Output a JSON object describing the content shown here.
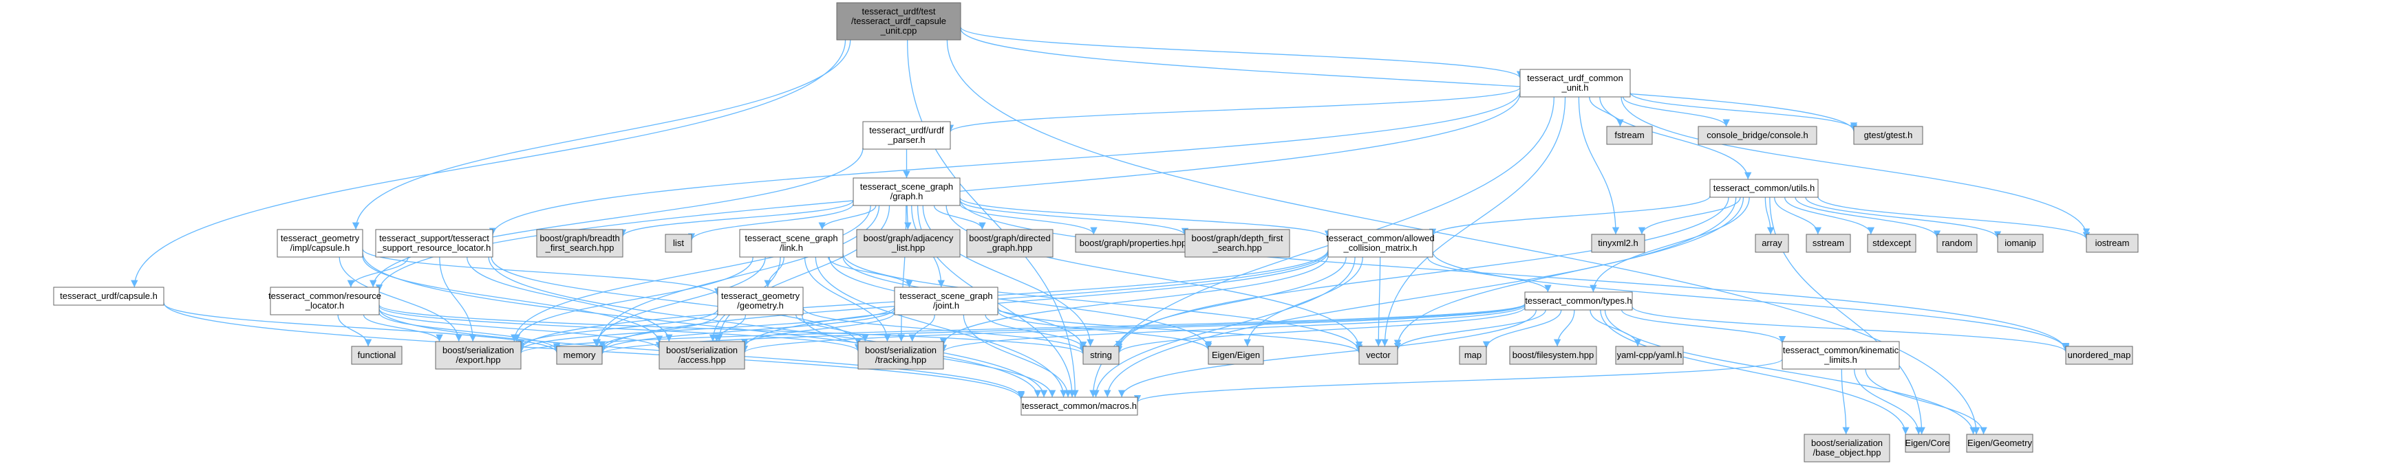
{
  "colors": {
    "root_fill": "#999999",
    "internal_fill": "#ffffff",
    "external_fill": "#e0e0e0",
    "border": "#666666",
    "edge": "#63b8ff",
    "text": "#000000"
  },
  "nodes": [
    {
      "id": "root",
      "lines": [
        "tesseract_urdf/test",
        "/tesseract_urdf_capsule",
        "_unit.cpp"
      ],
      "kind": "root"
    },
    {
      "id": "common_unit",
      "lines": [
        "tesseract_urdf_common",
        "_unit.h"
      ],
      "kind": "internal"
    },
    {
      "id": "urdf_parser",
      "lines": [
        "tesseract_urdf/urdf",
        "_parser.h"
      ],
      "kind": "internal"
    },
    {
      "id": "fstream",
      "lines": [
        "fstream"
      ],
      "kind": "external"
    },
    {
      "id": "console_bridge",
      "lines": [
        "console_bridge/console.h"
      ],
      "kind": "external"
    },
    {
      "id": "gtest",
      "lines": [
        "gtest/gtest.h"
      ],
      "kind": "external"
    },
    {
      "id": "common_utils",
      "lines": [
        "tesseract_common/utils.h"
      ],
      "kind": "internal"
    },
    {
      "id": "scene_graph",
      "lines": [
        "tesseract_scene_graph",
        "/graph.h"
      ],
      "kind": "internal"
    },
    {
      "id": "geometry_impl_capsule",
      "lines": [
        "tesseract_geometry",
        "/impl/capsule.h"
      ],
      "kind": "internal"
    },
    {
      "id": "support_locator",
      "lines": [
        "tesseract_support/tesseract",
        "_support_resource_locator.h"
      ],
      "kind": "internal"
    },
    {
      "id": "urdf_capsule",
      "lines": [
        "tesseract_urdf/capsule.h"
      ],
      "kind": "internal"
    },
    {
      "id": "bfs",
      "lines": [
        "boost/graph/breadth",
        "_first_search.hpp"
      ],
      "kind": "external"
    },
    {
      "id": "list",
      "lines": [
        "list"
      ],
      "kind": "external"
    },
    {
      "id": "sg_link",
      "lines": [
        "tesseract_scene_graph",
        "/link.h"
      ],
      "kind": "internal"
    },
    {
      "id": "adjacency",
      "lines": [
        "boost/graph/adjacency",
        "_list.hpp"
      ],
      "kind": "external"
    },
    {
      "id": "directed",
      "lines": [
        "boost/graph/directed",
        "_graph.hpp"
      ],
      "kind": "external"
    },
    {
      "id": "properties",
      "lines": [
        "boost/graph/properties.hpp"
      ],
      "kind": "external"
    },
    {
      "id": "dfs",
      "lines": [
        "boost/graph/depth_first",
        "_search.hpp"
      ],
      "kind": "external"
    },
    {
      "id": "acm",
      "lines": [
        "tesseract_common/allowed",
        "_collision_matrix.h"
      ],
      "kind": "internal"
    },
    {
      "id": "tinyxml2",
      "lines": [
        "tinyxml2.h"
      ],
      "kind": "external"
    },
    {
      "id": "array",
      "lines": [
        "array"
      ],
      "kind": "external"
    },
    {
      "id": "sstream",
      "lines": [
        "sstream"
      ],
      "kind": "external"
    },
    {
      "id": "stdexcept",
      "lines": [
        "stdexcept"
      ],
      "kind": "external"
    },
    {
      "id": "random",
      "lines": [
        "random"
      ],
      "kind": "external"
    },
    {
      "id": "iomanip",
      "lines": [
        "iomanip"
      ],
      "kind": "external"
    },
    {
      "id": "iostream",
      "lines": [
        "iostream"
      ],
      "kind": "external"
    },
    {
      "id": "resource_locator",
      "lines": [
        "tesseract_common/resource",
        "_locator.h"
      ],
      "kind": "internal"
    },
    {
      "id": "geometry_h",
      "lines": [
        "tesseract_geometry",
        "/geometry.h"
      ],
      "kind": "internal"
    },
    {
      "id": "sg_joint",
      "lines": [
        "tesseract_scene_graph",
        "/joint.h"
      ],
      "kind": "internal"
    },
    {
      "id": "common_types",
      "lines": [
        "tesseract_common/types.h"
      ],
      "kind": "internal"
    },
    {
      "id": "functional",
      "lines": [
        "functional"
      ],
      "kind": "external"
    },
    {
      "id": "export",
      "lines": [
        "boost/serialization",
        "/export.hpp"
      ],
      "kind": "external"
    },
    {
      "id": "memory",
      "lines": [
        "memory"
      ],
      "kind": "external"
    },
    {
      "id": "access",
      "lines": [
        "boost/serialization",
        "/access.hpp"
      ],
      "kind": "external"
    },
    {
      "id": "tracking",
      "lines": [
        "boost/serialization",
        "/tracking.hpp"
      ],
      "kind": "external"
    },
    {
      "id": "string",
      "lines": [
        "string"
      ],
      "kind": "external"
    },
    {
      "id": "eigen",
      "lines": [
        "Eigen/Eigen"
      ],
      "kind": "external"
    },
    {
      "id": "vector",
      "lines": [
        "vector"
      ],
      "kind": "external"
    },
    {
      "id": "map",
      "lines": [
        "map"
      ],
      "kind": "external"
    },
    {
      "id": "filesystem",
      "lines": [
        "boost/filesystem.hpp"
      ],
      "kind": "external"
    },
    {
      "id": "yaml",
      "lines": [
        "yaml-cpp/yaml.h"
      ],
      "kind": "external"
    },
    {
      "id": "kinematic_limits",
      "lines": [
        "tesseract_common/kinematic",
        "_limits.h"
      ],
      "kind": "internal"
    },
    {
      "id": "unordered_map",
      "lines": [
        "unordered_map"
      ],
      "kind": "external"
    },
    {
      "id": "macros",
      "lines": [
        "tesseract_common/macros.h"
      ],
      "kind": "internal"
    },
    {
      "id": "base_object",
      "lines": [
        "boost/serialization",
        "/base_object.hpp"
      ],
      "kind": "external"
    },
    {
      "id": "eigen_core",
      "lines": [
        "Eigen/Core"
      ],
      "kind": "external"
    },
    {
      "id": "eigen_geometry",
      "lines": [
        "Eigen/Geometry"
      ],
      "kind": "external"
    }
  ],
  "edges": [
    [
      "root",
      "common_unit"
    ],
    [
      "root",
      "gtest"
    ],
    [
      "root",
      "eigen_geometry"
    ],
    [
      "root",
      "geometry_impl_capsule"
    ],
    [
      "root",
      "urdf_capsule"
    ],
    [
      "root",
      "macros"
    ],
    [
      "common_unit",
      "urdf_parser"
    ],
    [
      "common_unit",
      "fstream"
    ],
    [
      "common_unit",
      "console_bridge"
    ],
    [
      "common_unit",
      "gtest"
    ],
    [
      "common_unit",
      "common_utils"
    ],
    [
      "common_unit",
      "iostream"
    ],
    [
      "common_unit",
      "tinyxml2"
    ],
    [
      "common_unit",
      "vector"
    ],
    [
      "common_unit",
      "macros"
    ],
    [
      "common_unit",
      "resource_locator"
    ],
    [
      "common_unit",
      "support_locator"
    ],
    [
      "urdf_parser",
      "scene_graph"
    ],
    [
      "urdf_parser",
      "resource_locator"
    ],
    [
      "scene_graph",
      "bfs"
    ],
    [
      "scene_graph",
      "list"
    ],
    [
      "scene_graph",
      "sg_link"
    ],
    [
      "scene_graph",
      "adjacency"
    ],
    [
      "scene_graph",
      "directed"
    ],
    [
      "scene_graph",
      "properties"
    ],
    [
      "scene_graph",
      "dfs"
    ],
    [
      "scene_graph",
      "acm"
    ],
    [
      "scene_graph",
      "sg_joint"
    ],
    [
      "scene_graph",
      "string"
    ],
    [
      "scene_graph",
      "unordered_map"
    ],
    [
      "scene_graph",
      "macros"
    ],
    [
      "scene_graph",
      "export"
    ],
    [
      "scene_graph",
      "access"
    ],
    [
      "scene_graph",
      "tracking"
    ],
    [
      "scene_graph",
      "memory"
    ],
    [
      "scene_graph",
      "vector"
    ],
    [
      "common_utils",
      "acm"
    ],
    [
      "common_utils",
      "tinyxml2"
    ],
    [
      "common_utils",
      "array"
    ],
    [
      "common_utils",
      "sstream"
    ],
    [
      "common_utils",
      "stdexcept"
    ],
    [
      "common_utils",
      "random"
    ],
    [
      "common_utils",
      "iomanip"
    ],
    [
      "common_utils",
      "iostream"
    ],
    [
      "common_utils",
      "common_types"
    ],
    [
      "common_utils",
      "vector"
    ],
    [
      "common_utils",
      "string"
    ],
    [
      "common_utils",
      "eigen_core"
    ],
    [
      "common_utils",
      "macros"
    ],
    [
      "geometry_impl_capsule",
      "geometry_h"
    ],
    [
      "geometry_impl_capsule",
      "export"
    ],
    [
      "geometry_impl_capsule",
      "access"
    ],
    [
      "geometry_impl_capsule",
      "macros"
    ],
    [
      "support_locator",
      "resource_locator"
    ],
    [
      "support_locator",
      "export"
    ],
    [
      "support_locator",
      "access"
    ],
    [
      "support_locator",
      "tracking"
    ],
    [
      "support_locator",
      "macros"
    ],
    [
      "urdf_capsule",
      "memory"
    ],
    [
      "urdf_capsule",
      "macros"
    ],
    [
      "sg_link",
      "geometry_h"
    ],
    [
      "sg_link",
      "sg_joint"
    ],
    [
      "sg_link",
      "export"
    ],
    [
      "sg_link",
      "access"
    ],
    [
      "sg_link",
      "tracking"
    ],
    [
      "sg_link",
      "memory"
    ],
    [
      "sg_link",
      "string"
    ],
    [
      "sg_link",
      "vector"
    ],
    [
      "sg_link",
      "eigen"
    ],
    [
      "sg_link",
      "macros"
    ],
    [
      "acm",
      "common_types"
    ],
    [
      "acm",
      "export"
    ],
    [
      "acm",
      "access"
    ],
    [
      "acm",
      "tracking"
    ],
    [
      "acm",
      "string"
    ],
    [
      "acm",
      "vector"
    ],
    [
      "acm",
      "eigen"
    ],
    [
      "acm",
      "memory"
    ],
    [
      "acm",
      "unordered_map"
    ],
    [
      "acm",
      "macros"
    ],
    [
      "resource_locator",
      "functional"
    ],
    [
      "resource_locator",
      "export"
    ],
    [
      "resource_locator",
      "memory"
    ],
    [
      "resource_locator",
      "access"
    ],
    [
      "resource_locator",
      "tracking"
    ],
    [
      "resource_locator",
      "string"
    ],
    [
      "resource_locator",
      "macros"
    ],
    [
      "geometry_h",
      "export"
    ],
    [
      "geometry_h",
      "memory"
    ],
    [
      "geometry_h",
      "access"
    ],
    [
      "geometry_h",
      "tracking"
    ],
    [
      "geometry_h",
      "string"
    ],
    [
      "geometry_h",
      "macros"
    ],
    [
      "sg_joint",
      "export"
    ],
    [
      "sg_joint",
      "memory"
    ],
    [
      "sg_joint",
      "access"
    ],
    [
      "sg_joint",
      "tracking"
    ],
    [
      "sg_joint",
      "string"
    ],
    [
      "sg_joint",
      "eigen"
    ],
    [
      "sg_joint",
      "vector"
    ],
    [
      "sg_joint",
      "macros"
    ],
    [
      "common_types",
      "export"
    ],
    [
      "common_types",
      "access"
    ],
    [
      "common_types",
      "tracking"
    ],
    [
      "common_types",
      "vector"
    ],
    [
      "common_types",
      "map"
    ],
    [
      "common_types",
      "filesystem"
    ],
    [
      "common_types",
      "yaml"
    ],
    [
      "common_types",
      "kinematic_limits"
    ],
    [
      "common_types",
      "unordered_map"
    ],
    [
      "common_types",
      "eigen_core"
    ],
    [
      "common_types",
      "eigen_geometry"
    ],
    [
      "common_types",
      "macros"
    ],
    [
      "common_types",
      "string"
    ],
    [
      "common_types",
      "memory"
    ],
    [
      "kinematic_limits",
      "base_object"
    ],
    [
      "kinematic_limits",
      "eigen_core"
    ],
    [
      "kinematic_limits",
      "eigen_geometry"
    ],
    [
      "kinematic_limits",
      "macros"
    ]
  ]
}
